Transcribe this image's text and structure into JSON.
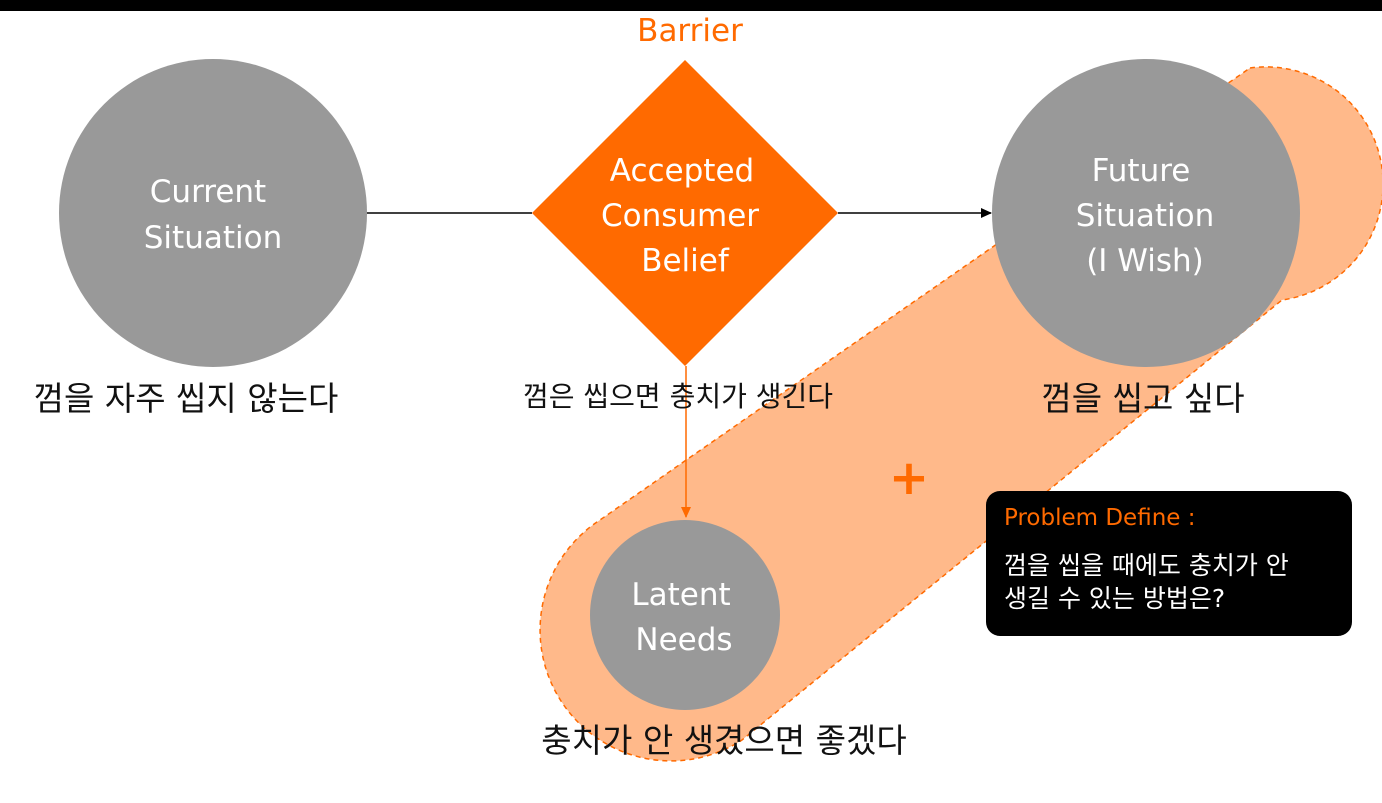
{
  "colors": {
    "accent": "#ff6a00",
    "highlight_fill": "#ffb98a",
    "node_gray": "#999999",
    "box_bg": "#000000"
  },
  "barrier": {
    "title": "Barrier",
    "diamond_lines": [
      "Accepted",
      "Consumer",
      "Belief"
    ],
    "caption": "껌은 씹으면 충치가 생긴다"
  },
  "current": {
    "lines": [
      "Current",
      "Situation"
    ],
    "caption": "껌을 자주 씹지 않는다"
  },
  "future": {
    "lines": [
      "Future",
      "Situation",
      "(I Wish)"
    ],
    "caption": "껌을 씹고 싶다"
  },
  "latent": {
    "lines": [
      "Latent",
      "Needs"
    ],
    "caption": "충치가 안 생겼으면 좋겠다"
  },
  "plus_symbol": "+",
  "problem": {
    "title": "Problem Define :",
    "lines": [
      "껌을 씹을 때에도 충치가 안",
      "생길 수 있는 방법은?"
    ]
  }
}
